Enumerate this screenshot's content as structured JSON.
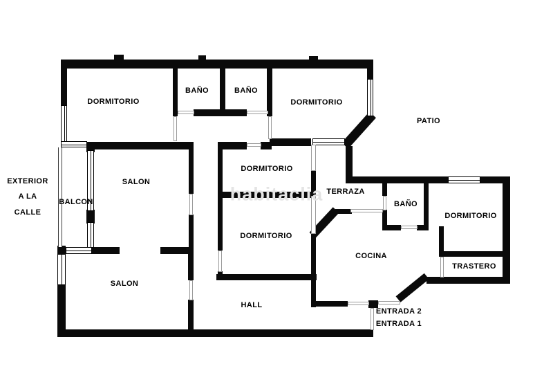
{
  "watermark": "habitaclia",
  "rooms": {
    "dormitorio_tl": "DORMITORIO",
    "bano_1": "BAÑO",
    "bano_2": "BAÑO",
    "dormitorio_tr": "DORMITORIO",
    "patio": "PATIO",
    "salon_1": "SALON",
    "dormitorio_c1": "DORMITORIO",
    "terraza": "TERRAZA",
    "balcon": "BALCON",
    "bano_3": "BAÑO",
    "dormitorio_r": "DORMITORIO",
    "dormitorio_c2": "DORMITORIO",
    "salon_2": "SALON",
    "cocina": "COCINA",
    "trastero": "TRASTERO",
    "hall": "HALL"
  },
  "annotations": {
    "exterior_line1": "EXTERIOR",
    "exterior_line2": "A LA",
    "exterior_line3": "CALLE",
    "entrada_2": "ENTRADA 2",
    "entrada_1": "ENTRADA 1"
  },
  "colors": {
    "wall": "#0a0a0a",
    "door_line": "#9a9a9a",
    "watermark": "#e4e4e4"
  }
}
